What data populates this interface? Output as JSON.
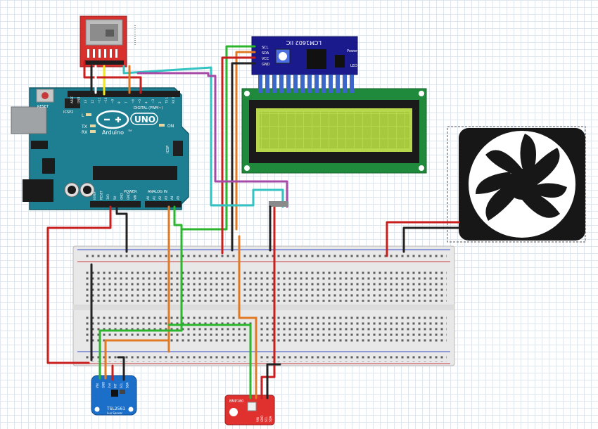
{
  "arduino": {
    "reset": "RESET",
    "icsp2": "ICSP2",
    "led_l": "L",
    "led_tx": "TX",
    "led_rx": "RX",
    "brand": "Arduino",
    "tm": "TM",
    "model": "UNO",
    "on": "ON",
    "digital": "DIGITAL (PWM~)",
    "icsp": "ICSP",
    "power": "POWER",
    "analog": "ANALOG IN",
    "power_pins": [
      "IOREF",
      "RESET",
      "3V3",
      "5V",
      "GND",
      "GND",
      "VIN"
    ],
    "analog_pins": [
      "A0",
      "A1",
      "A2",
      "A3",
      "A4",
      "A5"
    ],
    "digital_pins": [
      "AREF",
      "GND",
      "13",
      "12",
      "~11",
      "~10",
      "~9",
      "8",
      "7",
      "~6",
      "~5",
      "4",
      "~3",
      "2",
      "TX 1",
      "RX 0"
    ]
  },
  "i2c_module": {
    "model": "LCM1602 IIC",
    "pins": [
      "SCL",
      "SDA",
      "VCC",
      "GND"
    ],
    "led": "LED",
    "power": "Power"
  },
  "sensor_blue": {
    "name": "TSL2561",
    "subtitle": "Lux Sensor",
    "pins": [
      "VIN",
      "GND",
      "3vo",
      "INT",
      "SCL",
      "SDA"
    ]
  },
  "sensor_red": {
    "name": "BMP180",
    "pins": [
      "VIN",
      "GND",
      "SCL",
      "SDA"
    ]
  },
  "colors": {
    "arduino": "#1e7f92",
    "i2c": "#1b1a8c",
    "lcd_screen": "#b7d84b",
    "breadboard": "#e8e8e8",
    "sensor_blue": "#1c6fc9",
    "sensor_red": "#e0312f",
    "sd_module": "#d8302d",
    "wire_red": "#c81e1e",
    "wire_black": "#222222",
    "wire_green": "#2bb62e",
    "wire_orange": "#e07a24",
    "wire_cyan": "#33c3c3",
    "wire_purple": "#a64aa8",
    "wire_yellow": "#f3e61a"
  }
}
